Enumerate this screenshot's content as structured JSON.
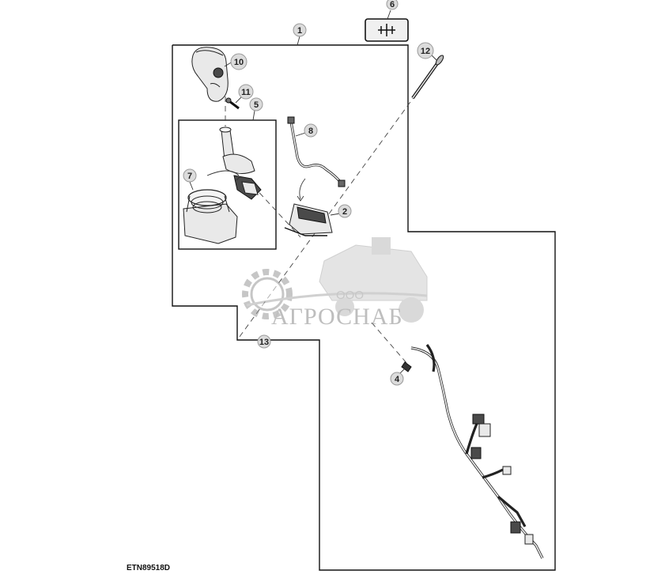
{
  "figure_id": "ETN89518D",
  "callouts": [
    "1",
    "2",
    "4",
    "5",
    "6",
    "7",
    "8",
    "10",
    "11",
    "12",
    "13"
  ],
  "watermark": {
    "company": "ООО",
    "brand": "АГРОСНАБ"
  }
}
